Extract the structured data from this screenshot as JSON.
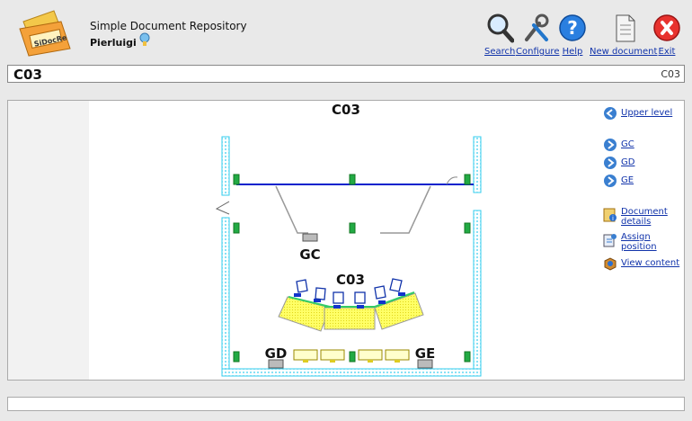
{
  "app": {
    "title": "Simple Document Repository",
    "logo_text": "SiDocRe"
  },
  "user": {
    "name": "Pierluigi"
  },
  "toolbar": {
    "search": "Search",
    "configure": "Configure",
    "help": "Help",
    "new_document": "New document",
    "exit": "Exit"
  },
  "location": {
    "title": "C03",
    "code": "C03"
  },
  "map": {
    "title": "C03",
    "labels": {
      "gc": "GC",
      "c03": "C03",
      "gd": "GD",
      "ge": "GE"
    }
  },
  "sidebar": {
    "upper_level": "Upper level",
    "children": [
      "GC",
      "GD",
      "GE"
    ],
    "document_details": [
      "Document",
      "details"
    ],
    "assign_position": [
      "Assign",
      "position"
    ],
    "view_content": "View content"
  },
  "colors": {
    "link": "#1133aa",
    "wall": "#33ccee",
    "desk": "#ffff66",
    "blue_line": "#0022cc"
  }
}
